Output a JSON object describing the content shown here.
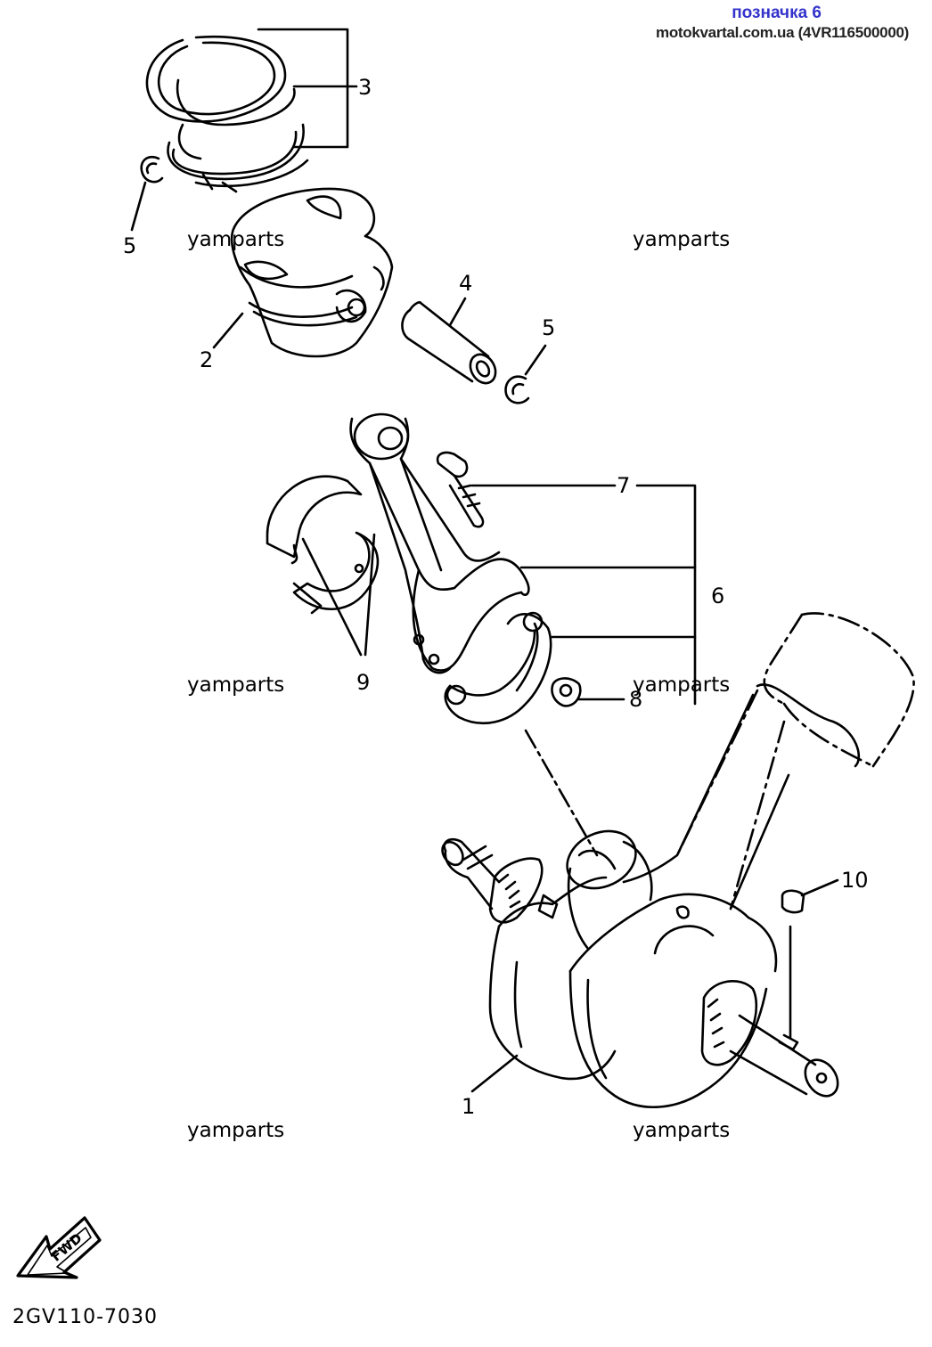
{
  "header": {
    "label": "позначка 6",
    "source": "motokvartal.com.ua (4VR116500000)"
  },
  "watermarks": [
    "yamparts",
    "yamparts",
    "yamparts",
    "yamparts",
    "yamparts",
    "yamparts"
  ],
  "callouts": {
    "n1": "1",
    "n2": "2",
    "n3": "3",
    "n4": "4",
    "n5a": "5",
    "n5b": "5",
    "n6": "6",
    "n7": "7",
    "n8": "8",
    "n9": "9",
    "n10": "10"
  },
  "fwd_label": "FWD",
  "diagram_code": "2GV110-7030"
}
